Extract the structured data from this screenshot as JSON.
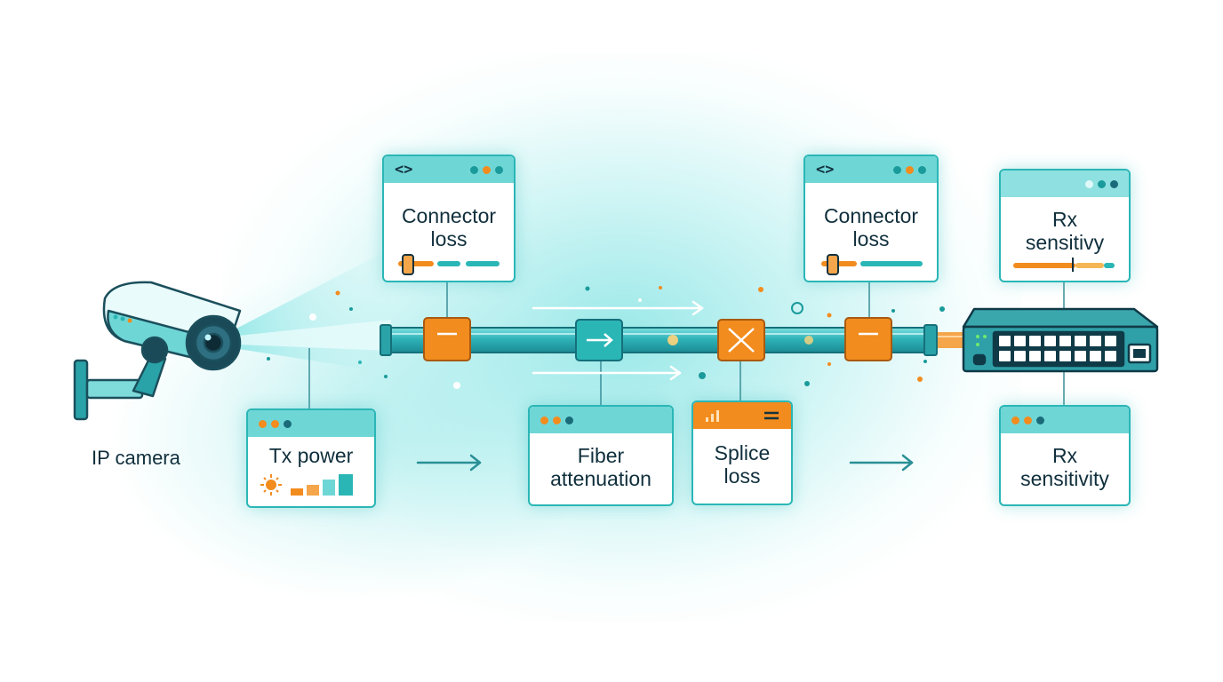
{
  "camera": {
    "label": "IP camera"
  },
  "cards": {
    "tx_power": {
      "label_line1": "Tx power"
    },
    "connector_loss_1": {
      "code": "<>",
      "label_line1": "Connector",
      "label_line2": "loss"
    },
    "connector_loss_2": {
      "code": "<>",
      "label_line1": "Connector",
      "label_line2": "loss"
    },
    "fiber_attenuation": {
      "label_line1": "Fiber",
      "label_line2": "attenuation"
    },
    "splice_loss": {
      "label_line1": "Splice",
      "label_line2": "loss"
    },
    "rx_sensitivity_top": {
      "label_line1": "Rx",
      "label_line2": "sensitivy"
    },
    "rx_sensitivity_bottom": {
      "label_line1": "Rx",
      "label_line2": "sensitivity"
    }
  },
  "colors": {
    "teal": "#2bb6b6",
    "teal_dark": "#1a6b7a",
    "orange": "#f28c1e",
    "navy": "#12323f"
  },
  "icons": [
    "camera-icon",
    "switch-icon",
    "sun-icon",
    "signal-bars-icon",
    "arrow-right-icon",
    "splice-x-icon",
    "hamburger-icon"
  ]
}
